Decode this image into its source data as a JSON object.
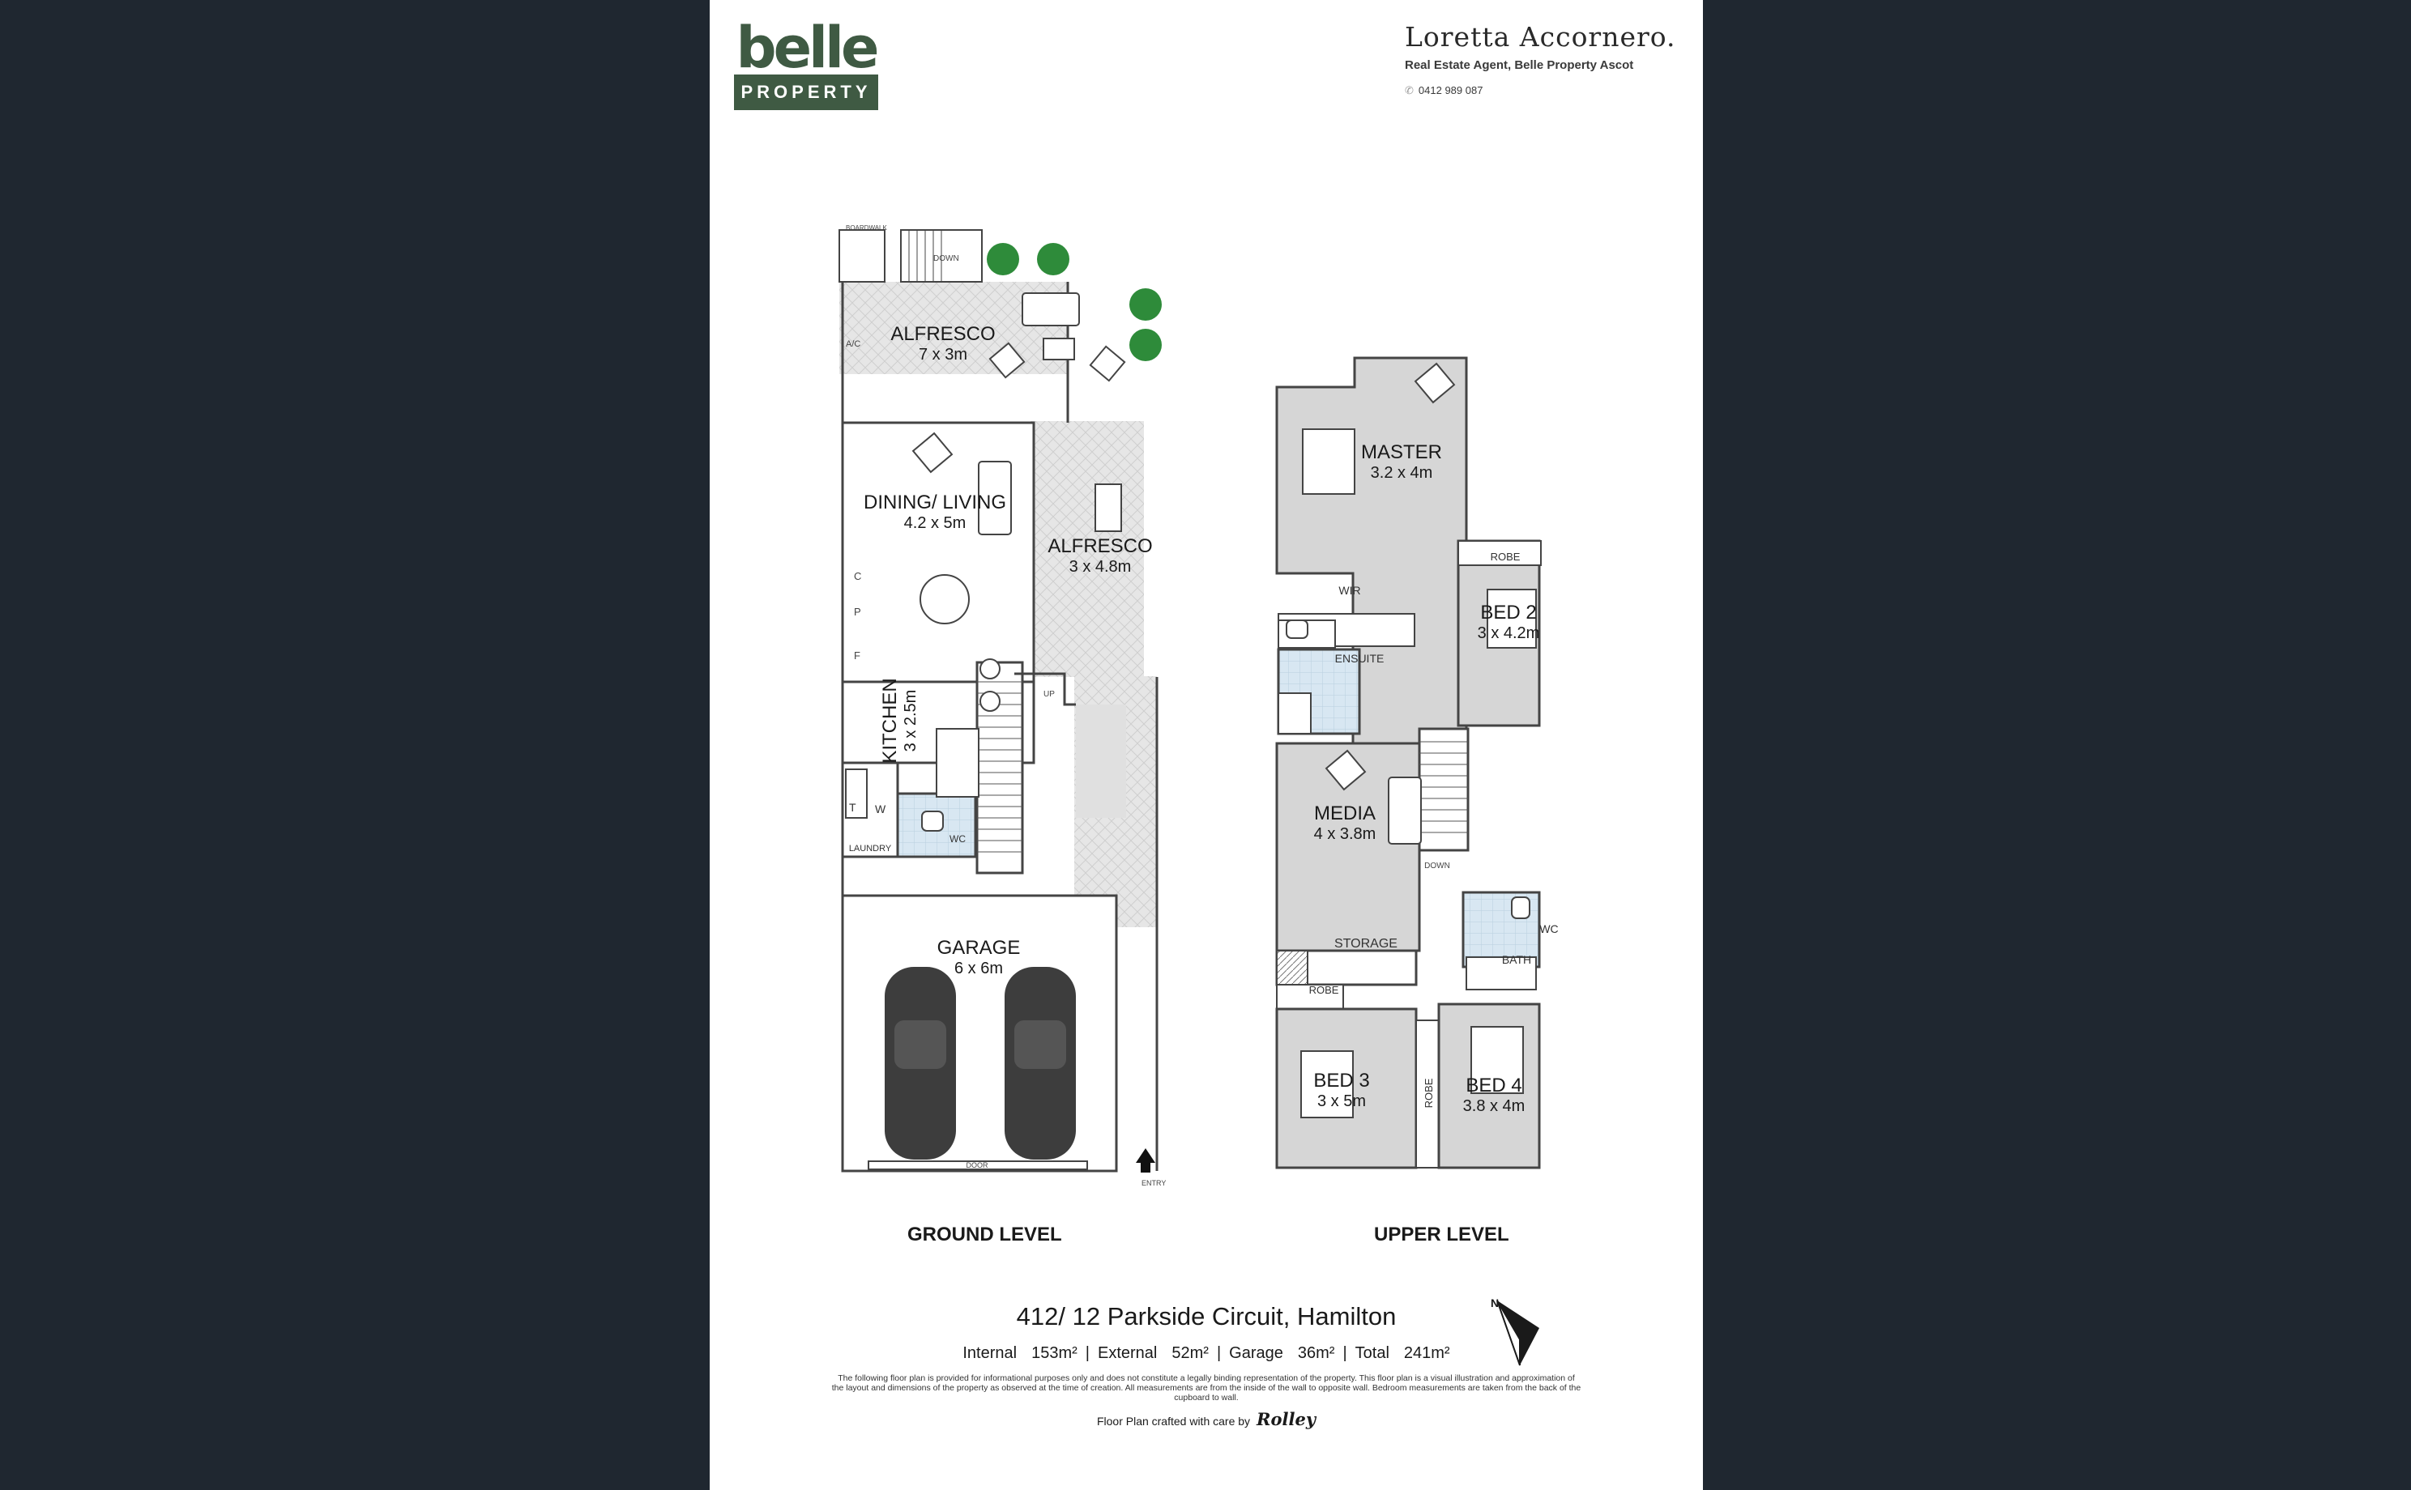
{
  "logo": {
    "word": "belle",
    "sub": "PROPERTY"
  },
  "agent": {
    "name": "Loretta Accornero.",
    "title": "Real Estate Agent, Belle Property Ascot",
    "phone": "0412 989 087"
  },
  "ground": {
    "title": "GROUND LEVEL",
    "labels": {
      "boardwalk": "BOARDWALK",
      "down": "DOWN",
      "ac": "A/C",
      "alfresco_top": "ALFRESCO",
      "alfresco_top_dim": "7 x 3m",
      "dining": "DINING/ LIVING",
      "dining_dim": "4.2 x 5m",
      "alfresco_side": "ALFRESCO",
      "alfresco_side_dim": "3 x 4.8m",
      "c": "C",
      "p": "P",
      "f": "F",
      "kitchen": "KITCHEN",
      "kitchen_dim": "3 x 2.5m",
      "up": "UP",
      "t": "T",
      "w": "W",
      "laundry": "LAUNDRY",
      "wc": "WC",
      "garage": "GARAGE",
      "garage_dim": "6 x 6m",
      "door": "DOOR",
      "entry": "ENTRY"
    }
  },
  "upper": {
    "title": "UPPER LEVEL",
    "labels": {
      "master": "MASTER",
      "master_dim": "3.2 x 4m",
      "robe_top": "ROBE",
      "wir": "WIR",
      "bed2": "BED 2",
      "bed2_dim": "3 x 4.2m",
      "ensuite": "ENSUITE",
      "media": "MEDIA",
      "media_dim": "4 x 3.8m",
      "down": "DOWN",
      "wc": "WC",
      "storage": "STORAGE",
      "bath": "BATH",
      "robe_mid": "ROBE",
      "bed3": "BED 3",
      "bed3_dim": "3 x 5m",
      "robe_side": "ROBE",
      "bed4": "BED 4",
      "bed4_dim": "3.8 x 4m"
    }
  },
  "address": "412/ 12 Parkside Circuit, Hamilton",
  "areas": {
    "internal_label": "Internal",
    "internal": "153m²",
    "external_label": "External",
    "external": "52m²",
    "garage_label": "Garage",
    "garage": "36m²",
    "total_label": "Total",
    "total": "241m²"
  },
  "disclaimer": "The following floor plan is provided for informational purposes only and does not constitute a legally binding representation of the property. This floor plan is a visual illustration and approximation of the layout and dimensions of the property as observed at the time of creation. All measurements are from the inside of the wall to opposite wall. Bedroom measurements are taken from the back of the cupboard to wall.",
  "credit": {
    "text": "Floor Plan crafted with care by",
    "brand": "Rolley"
  },
  "compass_label": "N"
}
